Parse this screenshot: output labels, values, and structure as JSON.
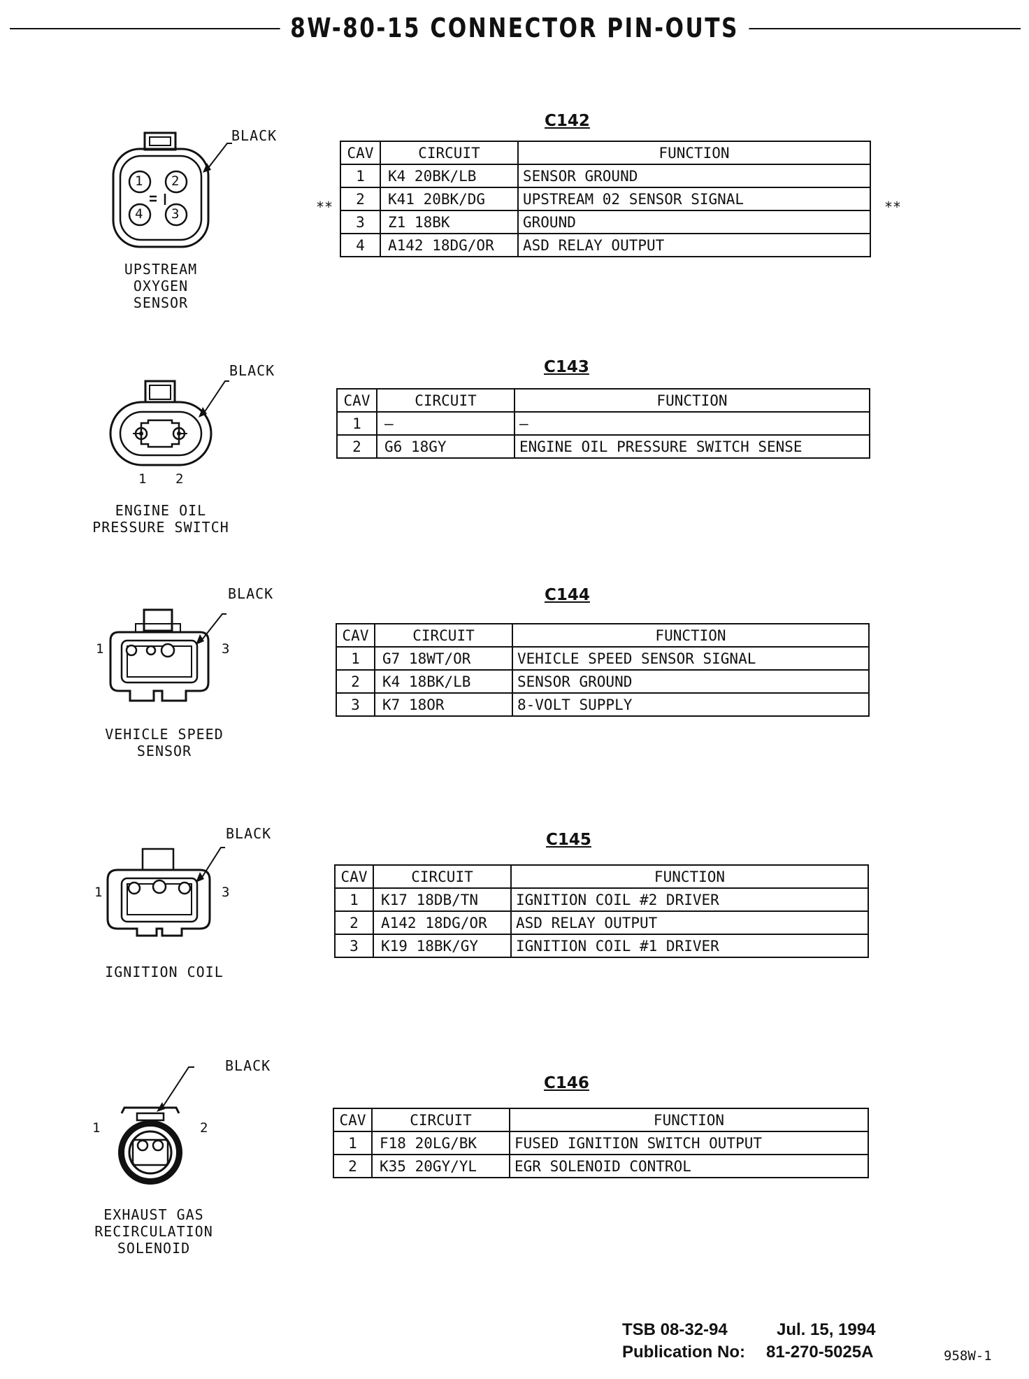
{
  "title": "8W-80-15 CONNECTOR PIN-OUTS",
  "columns": {
    "cav": "CAV",
    "circuit": "CIRCUIT",
    "function": "FUNCTION"
  },
  "connectors": [
    {
      "id": "C142",
      "color": "BLACK",
      "name_lines": [
        "UPSTREAM",
        "OXYGEN",
        "SENSOR"
      ],
      "row_marker": "**",
      "pin_labels": [
        "1",
        "2",
        "4",
        "3"
      ],
      "rows": [
        {
          "cav": "1",
          "circuit": "K4  20BK/LB",
          "function": "SENSOR GROUND"
        },
        {
          "cav": "2",
          "circuit": "K41  20BK/DG",
          "function": "UPSTREAM 02 SENSOR SIGNAL"
        },
        {
          "cav": "3",
          "circuit": "Z1  18BK",
          "function": "GROUND"
        },
        {
          "cav": "4",
          "circuit": "A142  18DG/OR",
          "function": "ASD RELAY OUTPUT"
        }
      ]
    },
    {
      "id": "C143",
      "color": "BLACK",
      "name_lines": [
        "ENGINE OIL",
        "PRESSURE SWITCH"
      ],
      "pin_labels": [
        "1",
        "2"
      ],
      "rows": [
        {
          "cav": "1",
          "circuit": "—",
          "function": "—"
        },
        {
          "cav": "2",
          "circuit": "G6  18GY",
          "function": "ENGINE OIL PRESSURE SWITCH SENSE"
        }
      ]
    },
    {
      "id": "C144",
      "color": "BLACK",
      "name_lines": [
        "VEHICLE SPEED",
        "SENSOR"
      ],
      "pin_labels": [
        "1",
        "3"
      ],
      "rows": [
        {
          "cav": "1",
          "circuit": "G7  18WT/OR",
          "function": "VEHICLE SPEED SENSOR SIGNAL"
        },
        {
          "cav": "2",
          "circuit": "K4  18BK/LB",
          "function": "SENSOR GROUND"
        },
        {
          "cav": "3",
          "circuit": "K7  18OR",
          "function": "8-VOLT SUPPLY"
        }
      ]
    },
    {
      "id": "C145",
      "color": "BLACK",
      "name_lines": [
        "IGNITION COIL"
      ],
      "pin_labels": [
        "1",
        "3"
      ],
      "rows": [
        {
          "cav": "1",
          "circuit": "K17  18DB/TN",
          "function": "IGNITION COIL #2 DRIVER"
        },
        {
          "cav": "2",
          "circuit": "A142  18DG/OR",
          "function": "ASD RELAY OUTPUT"
        },
        {
          "cav": "3",
          "circuit": "K19  18BK/GY",
          "function": "IGNITION COIL #1 DRIVER"
        }
      ]
    },
    {
      "id": "C146",
      "color": "BLACK",
      "name_lines": [
        "EXHAUST GAS",
        "RECIRCULATION",
        "SOLENOID"
      ],
      "pin_labels": [
        "1",
        "2"
      ],
      "rows": [
        {
          "cav": "1",
          "circuit": "F18  20LG/BK",
          "function": "FUSED IGNITION SWITCH OUTPUT"
        },
        {
          "cav": "2",
          "circuit": "K35  20GY/YL",
          "function": "EGR SOLENOID CONTROL"
        }
      ]
    }
  ],
  "footer": {
    "tsb": "TSB 08-32-94",
    "date": "Jul. 15, 1994",
    "publication_label": "Publication No:",
    "publication_number": "81-270-5025A",
    "page_code": "958W-1"
  }
}
